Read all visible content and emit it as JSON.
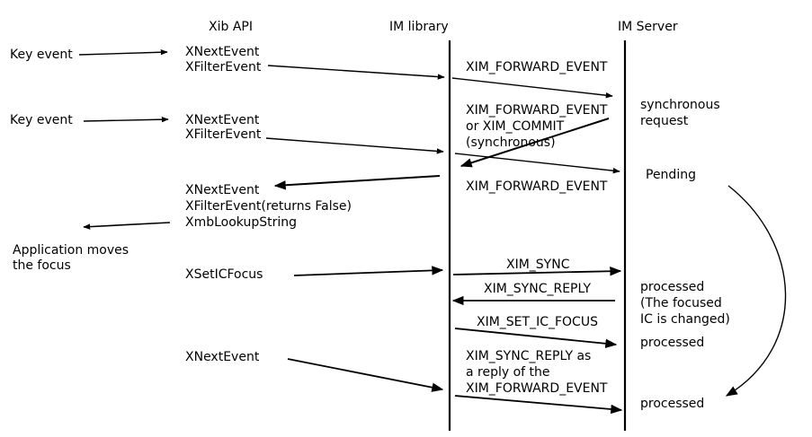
{
  "columns": {
    "xlib": "Xib API",
    "imlib": "IM library",
    "imserver": "IM Server"
  },
  "left": {
    "key_event_1": "Key event",
    "key_event_2": "Key event",
    "app_focus": [
      "Application moves",
      "the focus"
    ]
  },
  "xlib": {
    "block1": [
      "XNextEvent",
      "XFilterEvent"
    ],
    "block2": [
      "XNextEvent",
      "XFilterEvent"
    ],
    "block3": [
      "XNextEvent",
      "XFilterEvent(returns False)",
      "XmbLookupString"
    ],
    "setfocus": "XSetICFocus",
    "nextevent": "XNextEvent"
  },
  "protocol": {
    "fwd1": "XIM_FORWARD_EVENT",
    "fwd_commit": [
      "XIM_FORWARD_EVENT",
      "or XIM_COMMIT",
      "(synchronous)"
    ],
    "fwd2": "XIM_FORWARD_EVENT",
    "sync": "XIM_SYNC",
    "sync_reply": "XIM_SYNC_REPLY",
    "set_ic_focus": "XIM_SET_IC_FOCUS",
    "sync_reply_fwd": [
      "XIM_SYNC_REPLY as",
      "a reply of the",
      "XIM_FORWARD_EVENT"
    ]
  },
  "server": {
    "sync_request": [
      "synchronous",
      "request"
    ],
    "pending": "Pending",
    "processed_focus": [
      "processed",
      "(The focused",
      "IC is changed)"
    ],
    "processed_2": "processed",
    "processed_3": "processed"
  }
}
